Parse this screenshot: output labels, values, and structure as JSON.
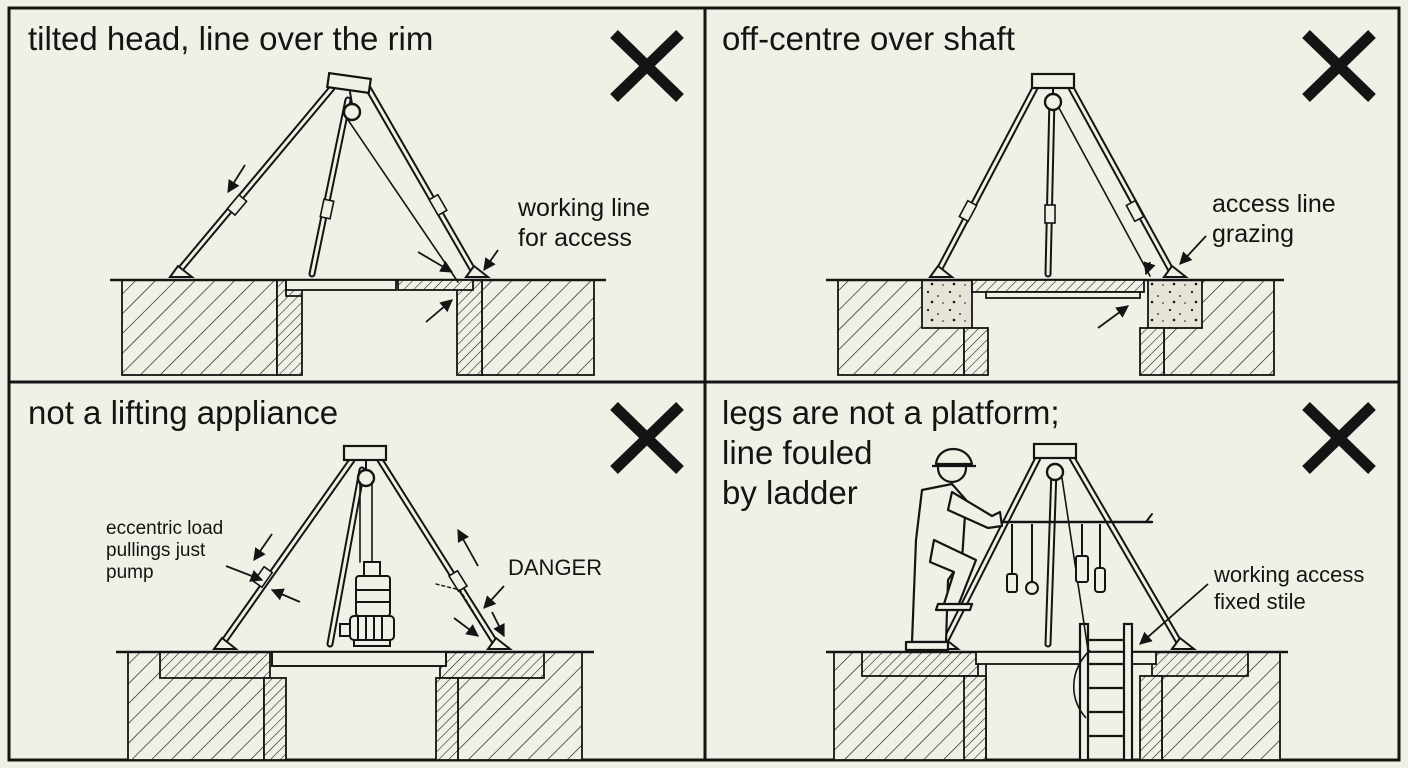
{
  "panels": [
    {
      "title_lines": [
        "tilted head, line over the rim"
      ],
      "callout_lines": [
        "working line",
        "for access"
      ],
      "verdict_icon": "cross-icon"
    },
    {
      "title_lines": [
        "off-centre over shaft"
      ],
      "callout_lines": [
        "access line",
        "grazing"
      ],
      "verdict_icon": "cross-icon"
    },
    {
      "title_lines": [
        "not a lifting appliance"
      ],
      "callout_lines": [
        "eccentric load",
        "pullings just",
        "pump"
      ],
      "warning_label": "DANGER",
      "verdict_icon": "cross-icon"
    },
    {
      "title_lines": [
        "legs are not a platform;",
        "line fouled",
        "by ladder"
      ],
      "callout_lines": [
        "working access",
        "fixed stile"
      ],
      "verdict_icon": "cross-icon"
    }
  ],
  "colors": {
    "ink": "#141414",
    "paper": "#f1f0e6",
    "concrete": "#e6e4d6"
  }
}
